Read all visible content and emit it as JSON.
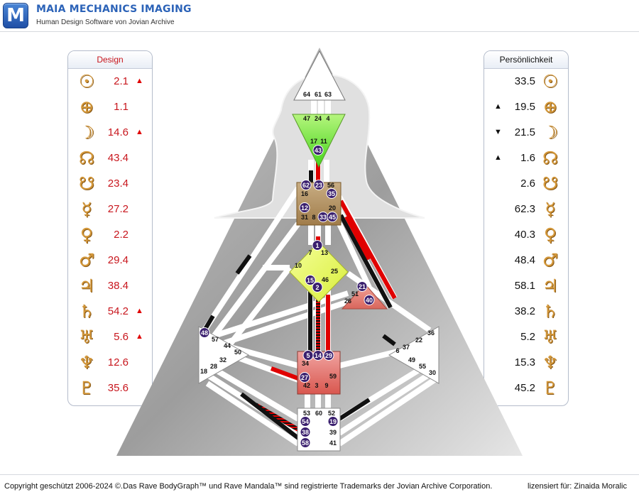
{
  "header": {
    "logo_letter": "M",
    "title": "MAIA MECHANICS IMAGING",
    "subtitle": "Human Design Software von Jovian Archive"
  },
  "design_panel": {
    "title": "Design",
    "rows": [
      {
        "planet": "sun-icon",
        "glyph": "☉",
        "value": "2.1",
        "arrow": "▲"
      },
      {
        "planet": "earth-icon",
        "glyph": "⊕",
        "value": "1.1",
        "arrow": ""
      },
      {
        "planet": "moon-icon",
        "glyph": "☽",
        "value": "14.6",
        "arrow": "▲"
      },
      {
        "planet": "north-node-icon",
        "glyph": "☊",
        "value": "43.4",
        "arrow": ""
      },
      {
        "planet": "south-node-icon",
        "glyph": "☋",
        "value": "23.4",
        "arrow": ""
      },
      {
        "planet": "mercury-icon",
        "glyph": "☿",
        "value": "27.2",
        "arrow": ""
      },
      {
        "planet": "venus-icon",
        "glyph": "♀",
        "value": "2.2",
        "arrow": ""
      },
      {
        "planet": "mars-icon",
        "glyph": "♂",
        "value": "29.4",
        "arrow": ""
      },
      {
        "planet": "jupiter-icon",
        "glyph": "♃",
        "value": "38.4",
        "arrow": ""
      },
      {
        "planet": "saturn-icon",
        "glyph": "♄",
        "value": "54.2",
        "arrow": "▲"
      },
      {
        "planet": "uranus-icon",
        "glyph": "♅",
        "value": "5.6",
        "arrow": "▲"
      },
      {
        "planet": "neptune-icon",
        "glyph": "♆",
        "value": "12.6",
        "arrow": ""
      },
      {
        "planet": "pluto-icon",
        "glyph": "♇",
        "value": "35.6",
        "arrow": ""
      }
    ]
  },
  "personality_panel": {
    "title": "Persönlichkeit",
    "rows": [
      {
        "planet": "sun-icon",
        "glyph": "☉",
        "value": "33.5",
        "arrow": ""
      },
      {
        "planet": "earth-icon",
        "glyph": "⊕",
        "value": "19.5",
        "arrow": "▲"
      },
      {
        "planet": "moon-icon",
        "glyph": "☽",
        "value": "21.5",
        "arrow": "▼"
      },
      {
        "planet": "north-node-icon",
        "glyph": "☊",
        "value": "1.6",
        "arrow": "▲"
      },
      {
        "planet": "south-node-icon",
        "glyph": "☋",
        "value": "2.6",
        "arrow": ""
      },
      {
        "planet": "mercury-icon",
        "glyph": "☿",
        "value": "62.3",
        "arrow": ""
      },
      {
        "planet": "venus-icon",
        "glyph": "♀",
        "value": "40.3",
        "arrow": ""
      },
      {
        "planet": "mars-icon",
        "glyph": "♂",
        "value": "48.4",
        "arrow": ""
      },
      {
        "planet": "jupiter-icon",
        "glyph": "♃",
        "value": "58.1",
        "arrow": ""
      },
      {
        "planet": "saturn-icon",
        "glyph": "♄",
        "value": "38.2",
        "arrow": ""
      },
      {
        "planet": "uranus-icon",
        "glyph": "♅",
        "value": "5.2",
        "arrow": ""
      },
      {
        "planet": "neptune-icon",
        "glyph": "♆",
        "value": "15.3",
        "arrow": ""
      },
      {
        "planet": "pluto-icon",
        "glyph": "♇",
        "value": "45.2",
        "arrow": ""
      }
    ]
  },
  "bodygraph": {
    "colors": {
      "design": "#e00000",
      "personality": "#111111",
      "channel": "#ffffff",
      "gate_circle": "#3a1f6e"
    },
    "centers": {
      "head": {
        "gates": [
          "64",
          "61",
          "63"
        ]
      },
      "ajna": {
        "gates": [
          "47",
          "24",
          "4",
          "17",
          "11",
          "43"
        ]
      },
      "throat": {
        "gates": [
          "62",
          "23",
          "56",
          "16",
          "35",
          "12",
          "20",
          "31",
          "8",
          "33",
          "45"
        ]
      },
      "g": {
        "gates": [
          "1",
          "7",
          "13",
          "10",
          "25",
          "15",
          "46",
          "2"
        ]
      },
      "heart": {
        "gates": [
          "21",
          "51",
          "26",
          "40"
        ]
      },
      "spleen": {
        "gates": [
          "48",
          "57",
          "44",
          "50",
          "32",
          "28",
          "18"
        ]
      },
      "sacral": {
        "gates": [
          "5",
          "14",
          "29",
          "34",
          "27",
          "59",
          "42",
          "3",
          "9"
        ]
      },
      "solar_plexus": {
        "gates": [
          "36",
          "22",
          "6",
          "37",
          "49",
          "55",
          "30"
        ]
      },
      "root": {
        "gates": [
          "53",
          "60",
          "52",
          "54",
          "19",
          "38",
          "39",
          "58",
          "41"
        ]
      }
    }
  },
  "footer": {
    "copyright": "Copyright geschützt 2006-2024 ©.Das Rave BodyGraph™ und Rave Mandala™ sind registrierte Trademarks der Jovian Archive Corporation.",
    "license": "lizensiert für: Zinaida Moralic"
  }
}
